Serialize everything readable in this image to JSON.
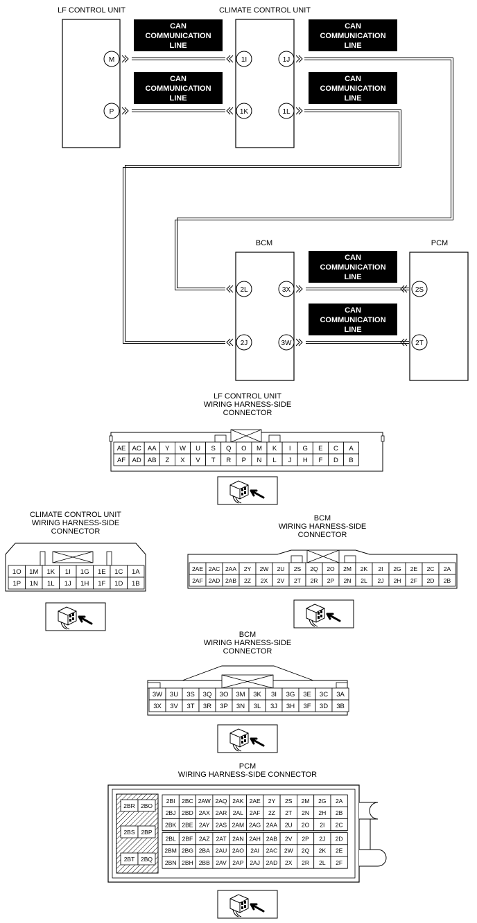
{
  "wiring": {
    "units": {
      "lf": "LF CONTROL UNIT",
      "climate": "CLIMATE CONTROL UNIT",
      "bcm": "BCM",
      "pcm": "PCM"
    },
    "can_label": [
      "CAN",
      "COMMUNICATION",
      "LINE"
    ],
    "pins": {
      "lf_m": "M",
      "lf_p": "P",
      "cl_1i": "1I",
      "cl_1k": "1K",
      "cl_1j": "1J",
      "cl_1l": "1L",
      "bcm_2l": "2L",
      "bcm_2j": "2J",
      "bcm_3x": "3X",
      "bcm_3w": "3W",
      "pcm_2s": "2S",
      "pcm_2t": "2T"
    }
  },
  "connectors": {
    "lf": {
      "title": [
        "LF CONTROL UNIT",
        "WIRING HARNESS-SIDE",
        "CONNECTOR"
      ],
      "rows": [
        [
          "AE",
          "AC",
          "AA",
          "Y",
          "W",
          "U",
          "S",
          "Q",
          "O",
          "M",
          "K",
          "I",
          "G",
          "E",
          "C",
          "A"
        ],
        [
          "AF",
          "AD",
          "AB",
          "Z",
          "X",
          "V",
          "T",
          "R",
          "P",
          "N",
          "L",
          "J",
          "H",
          "F",
          "D",
          "B"
        ]
      ]
    },
    "climate": {
      "title": [
        "CLIMATE CONTROL UNIT",
        "WIRING HARNESS-SIDE",
        "CONNECTOR"
      ],
      "rows": [
        [
          "1O",
          "1M",
          "1K",
          "1I",
          "1G",
          "1E",
          "1C",
          "1A"
        ],
        [
          "1P",
          "1N",
          "1L",
          "1J",
          "1H",
          "1F",
          "1D",
          "1B"
        ]
      ]
    },
    "bcm1": {
      "title": [
        "BCM",
        "WIRING HARNESS-SIDE",
        "CONNECTOR"
      ],
      "rows": [
        [
          "2AE",
          "2AC",
          "2AA",
          "2Y",
          "2W",
          "2U",
          "2S",
          "2Q",
          "2O",
          "2M",
          "2K",
          "2I",
          "2G",
          "2E",
          "2C",
          "2A"
        ],
        [
          "2AF",
          "2AD",
          "2AB",
          "2Z",
          "2X",
          "2V",
          "2T",
          "2R",
          "2P",
          "2N",
          "2L",
          "2J",
          "2H",
          "2F",
          "2D",
          "2B"
        ]
      ]
    },
    "bcm2": {
      "title": [
        "BCM",
        "WIRING HARNESS-SIDE",
        "CONNECTOR"
      ],
      "rows": [
        [
          "3W",
          "3U",
          "3S",
          "3Q",
          "3O",
          "3M",
          "3K",
          "3I",
          "3G",
          "3E",
          "3C",
          "3A"
        ],
        [
          "3X",
          "3V",
          "3T",
          "3R",
          "3P",
          "3N",
          "3L",
          "3J",
          "3H",
          "3F",
          "3D",
          "3B"
        ]
      ]
    },
    "pcm": {
      "title": [
        "PCM",
        "WIRING HARNESS-SIDE CONNECTOR"
      ],
      "left": [
        [
          "2BR",
          "2BO"
        ],
        [
          "2BS",
          "2BP"
        ],
        [
          "2BT",
          "2BQ"
        ]
      ],
      "rows": [
        [
          "2BI",
          "2BC",
          "2AW",
          "2AQ",
          "2AK",
          "2AE",
          "2Y",
          "2S",
          "2M",
          "2G",
          "2A"
        ],
        [
          "2BJ",
          "2BD",
          "2AX",
          "2AR",
          "2AL",
          "2AF",
          "2Z",
          "2T",
          "2N",
          "2H",
          "2B"
        ],
        [
          "2BK",
          "2BE",
          "2AY",
          "2AS",
          "2AM",
          "2AG",
          "2AA",
          "2U",
          "2O",
          "2I",
          "2C"
        ],
        [
          "2BL",
          "2BF",
          "2AZ",
          "2AT",
          "2AN",
          "2AH",
          "2AB",
          "2V",
          "2P",
          "2J",
          "2D"
        ],
        [
          "2BM",
          "2BG",
          "2BA",
          "2AU",
          "2AO",
          "2AI",
          "2AC",
          "2W",
          "2Q",
          "2K",
          "2E"
        ],
        [
          "2BN",
          "2BH",
          "2BB",
          "2AV",
          "2AP",
          "2AJ",
          "2AD",
          "2X",
          "2R",
          "2L",
          "2F"
        ]
      ]
    }
  }
}
